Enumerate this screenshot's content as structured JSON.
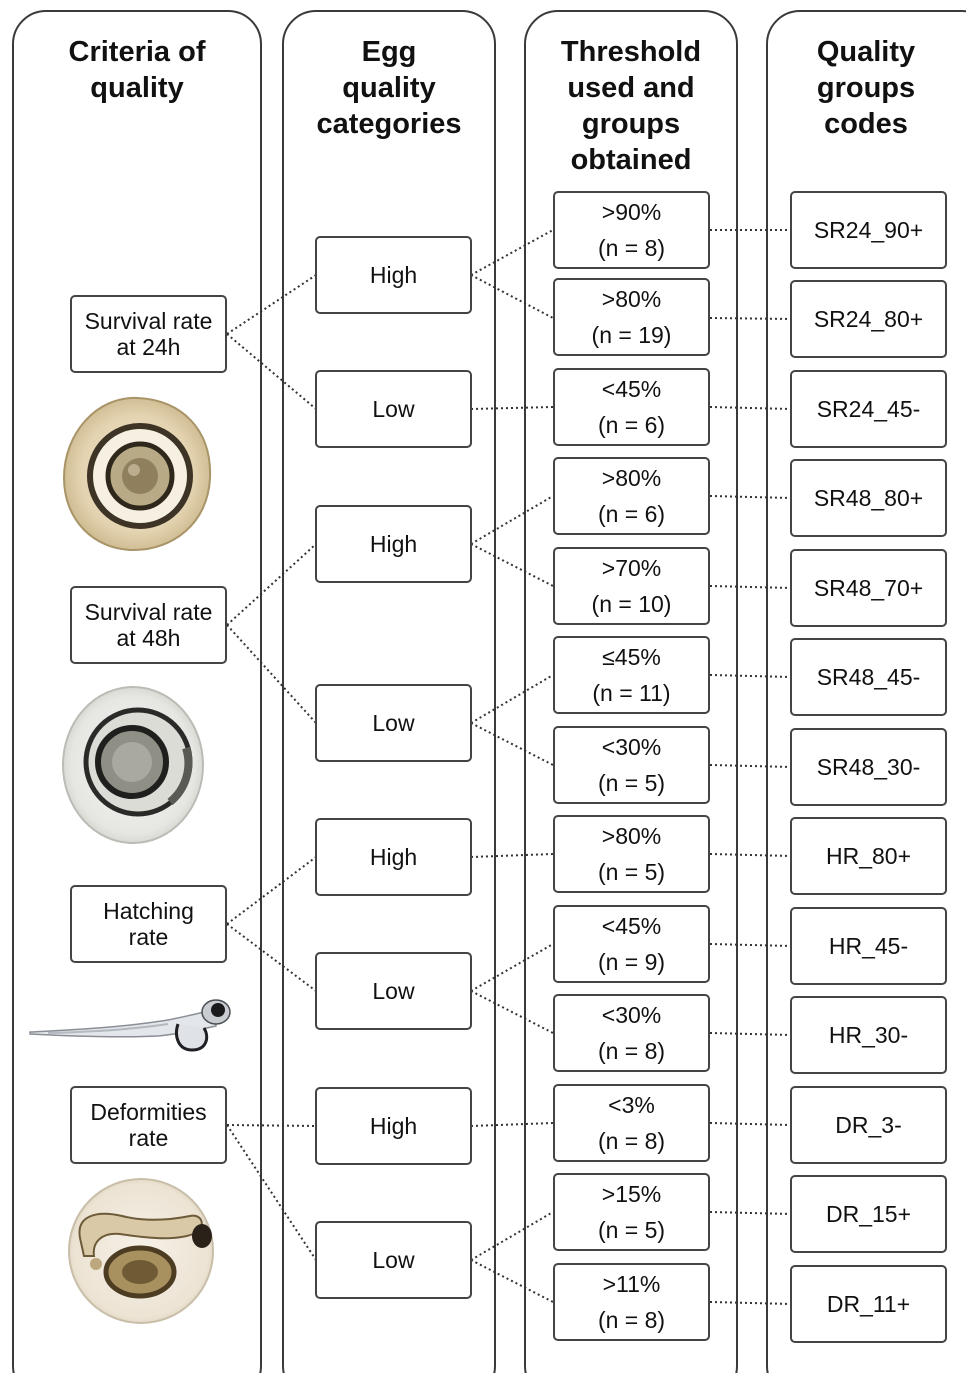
{
  "headers": {
    "criteria": "Criteria of\nquality",
    "categories": "Egg\nquality\ncategories",
    "threshold": "Threshold\nused and\ngroups\nobtained",
    "codes": "Quality\ngroups\ncodes"
  },
  "criteria": [
    {
      "label": "Survival rate\nat 24h"
    },
    {
      "label": "Survival rate\nat 48h"
    },
    {
      "label": "Hatching\nrate"
    },
    {
      "label": "Deformities\nrate"
    }
  ],
  "categories": [
    {
      "label": "High"
    },
    {
      "label": "Low"
    },
    {
      "label": "High"
    },
    {
      "label": "Low"
    },
    {
      "label": "High"
    },
    {
      "label": "Low"
    },
    {
      "label": "High"
    },
    {
      "label": "Low"
    }
  ],
  "groups": [
    {
      "threshold": ">90%\n(n = 8)",
      "code": "SR24_90+"
    },
    {
      "threshold": ">80%\n(n = 19)",
      "code": "SR24_80+"
    },
    {
      "threshold": "<45%\n(n = 6)",
      "code": "SR24_45-"
    },
    {
      "threshold": ">80%\n(n = 6)",
      "code": "SR48_80+"
    },
    {
      "threshold": ">70%\n(n = 10)",
      "code": "SR48_70+"
    },
    {
      "threshold": "≤45%\n(n = 11)",
      "code": "SR48_45-"
    },
    {
      "threshold": "<30%\n(n = 5)",
      "code": "SR48_30-"
    },
    {
      "threshold": ">80%\n(n = 5)",
      "code": "HR_80+"
    },
    {
      "threshold": "<45%\n(n = 9)",
      "code": "HR_45-"
    },
    {
      "threshold": "<30%\n(n = 8)",
      "code": "HR_30-"
    },
    {
      "threshold": "<3%\n(n = 8)",
      "code": "DR_3-"
    },
    {
      "threshold": ">15%\n(n = 5)",
      "code": "DR_15+"
    },
    {
      "threshold": ">11%\n(n = 8)",
      "code": "DR_11+"
    }
  ],
  "images": [
    {
      "icon": "egg-24h-photo"
    },
    {
      "icon": "egg-48h-photo"
    },
    {
      "icon": "hatched-larva-photo"
    },
    {
      "icon": "deformed-embryo-photo"
    }
  ]
}
